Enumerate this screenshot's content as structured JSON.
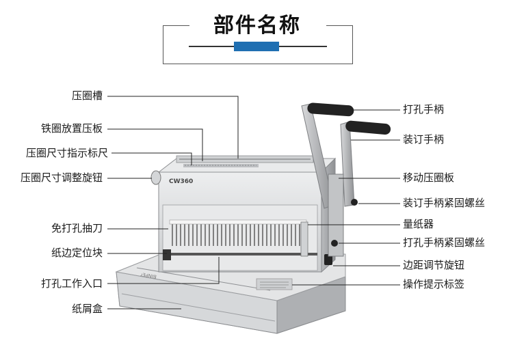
{
  "title": "部件名称",
  "accent_color": "#1f6fb2",
  "model": "CW360",
  "left_labels": [
    "压圈槽",
    "铁圈放置压板",
    "压圈尺寸指示标尺",
    "压圈尺寸调整旋钮",
    "免打孔抽刀",
    "纸边定位块",
    "打孔工作入口",
    "纸屑盒"
  ],
  "right_labels": [
    "打孔手柄",
    "装订手柄",
    "移动压圈板",
    "装订手柄紧固螺丝",
    "量纸器",
    "打孔手柄紧固螺丝",
    "边距调节旋钮",
    "操作提示标签"
  ]
}
